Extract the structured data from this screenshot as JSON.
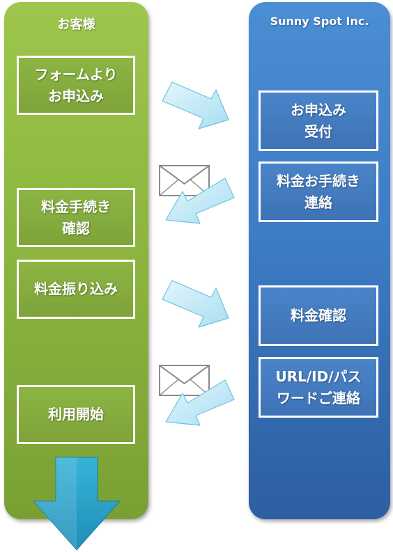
{
  "lanes": {
    "customer": {
      "title": "お客様"
    },
    "company": {
      "title": "Sunny Spot Inc."
    }
  },
  "steps": {
    "apply_form": "フォームより\nお申込み",
    "fee_confirm_procedure": "料金手続き\n確認",
    "fee_payment": "料金振り込み",
    "start_use": "利用開始",
    "receive_application": "お申込み\n受付",
    "fee_procedure_contact": "料金お手続き\n連絡",
    "fee_check": "料金確認",
    "credentials_contact": "URL/ID/パス\nワードご連絡"
  },
  "colors": {
    "customer_lane": "#8db640",
    "company_lane": "#3d7cc6",
    "arrow_fill": "#bfe7f5",
    "down_arrow": "#2aa7cf"
  },
  "icons": [
    "envelope-icon",
    "envelope-icon"
  ]
}
